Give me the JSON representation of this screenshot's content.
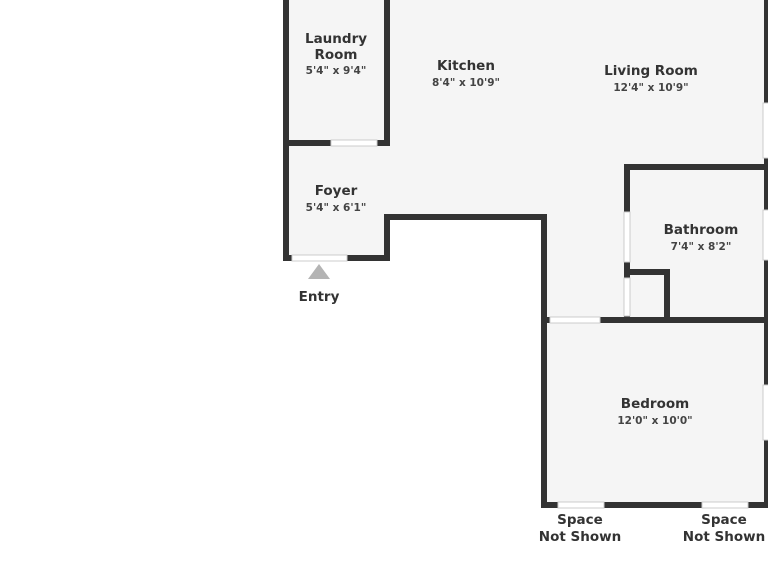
{
  "colors": {
    "wall": "#333333",
    "floor": "#f5f5f5",
    "opening": "#ffffff",
    "arrow": "#b4b4b4",
    "text": "#333333"
  },
  "rooms": [
    {
      "id": "laundry",
      "name": "Laundry\nRoom",
      "dims": "5'4\" x 9'4\""
    },
    {
      "id": "kitchen",
      "name": "Kitchen",
      "dims": "8'4\" x 10'9\""
    },
    {
      "id": "living",
      "name": "Living Room",
      "dims": "12'4\" x 10'9\""
    },
    {
      "id": "foyer",
      "name": "Foyer",
      "dims": "5'4\" x 6'1\""
    },
    {
      "id": "bathroom",
      "name": "Bathroom",
      "dims": "7'4\" x 8'2\""
    },
    {
      "id": "bedroom",
      "name": "Bedroom",
      "dims": "12'0\" x 10'0\""
    }
  ],
  "entry": {
    "label": "Entry",
    "icon": "triangle-up-icon"
  },
  "notes": [
    {
      "line1": "Space",
      "line2": "Not Shown"
    },
    {
      "line1": "Space",
      "line2": "Not Shown"
    }
  ]
}
